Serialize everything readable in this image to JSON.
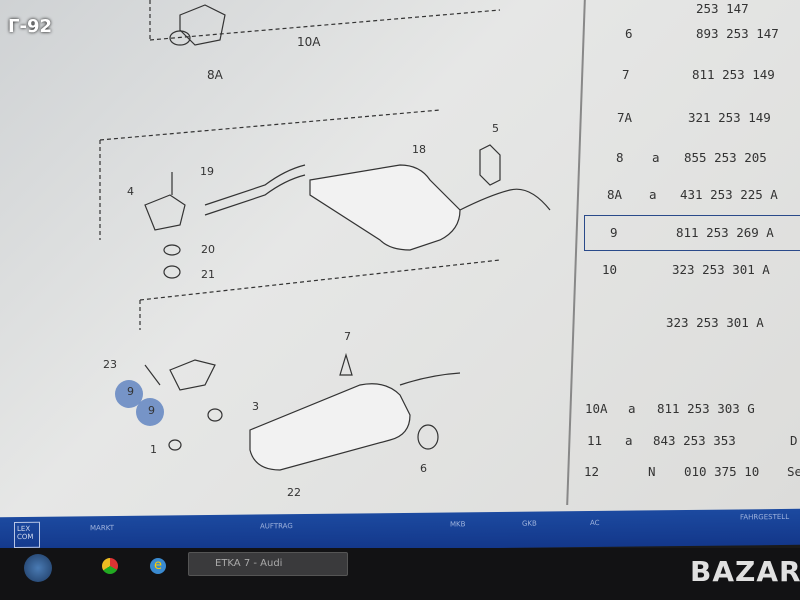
{
  "overlay_tag": "Г-92",
  "diagram": {
    "callouts": [
      "10A",
      "8A",
      "18",
      "5",
      "19",
      "4",
      "20",
      "21",
      "23",
      "9",
      "9",
      "7",
      "3",
      "1",
      "6",
      "22"
    ]
  },
  "parts": [
    {
      "pos": "",
      "ind": "",
      "num": "253 147"
    },
    {
      "pos": "6",
      "ind": "",
      "num": "893 253 147"
    },
    {
      "pos": "7",
      "ind": "",
      "num": "811 253 149"
    },
    {
      "pos": "7A",
      "ind": "",
      "num": "321 253 149"
    },
    {
      "pos": "8",
      "ind": "a",
      "num": "855 253 205"
    },
    {
      "pos": "8A",
      "ind": "a",
      "num": "431 253 225 A"
    },
    {
      "pos": "9",
      "ind": "",
      "num": "811 253 269 A",
      "selected": true
    },
    {
      "pos": "10",
      "ind": "",
      "num": "323 253 301 A"
    },
    {
      "pos": "",
      "ind": "",
      "num": "323 253 301 A"
    },
    {
      "pos": "10A",
      "ind": "a",
      "num": "811 253 303 G"
    },
    {
      "pos": "11",
      "ind": "a",
      "num": "843 253 353",
      "extra": "D"
    },
    {
      "pos": "12",
      "ind": "N",
      "num": "010 375 10",
      "extra": "Se"
    }
  ],
  "bottom_bar": {
    "logo": "LEX COM",
    "items": [
      "MARKT",
      "AUFTRAG",
      "MKB",
      "GKB",
      "AC",
      "FAHRGESTELL"
    ]
  },
  "taskbar": {
    "window": "ETKA 7 - Audi"
  },
  "watermark": "BAZAR"
}
